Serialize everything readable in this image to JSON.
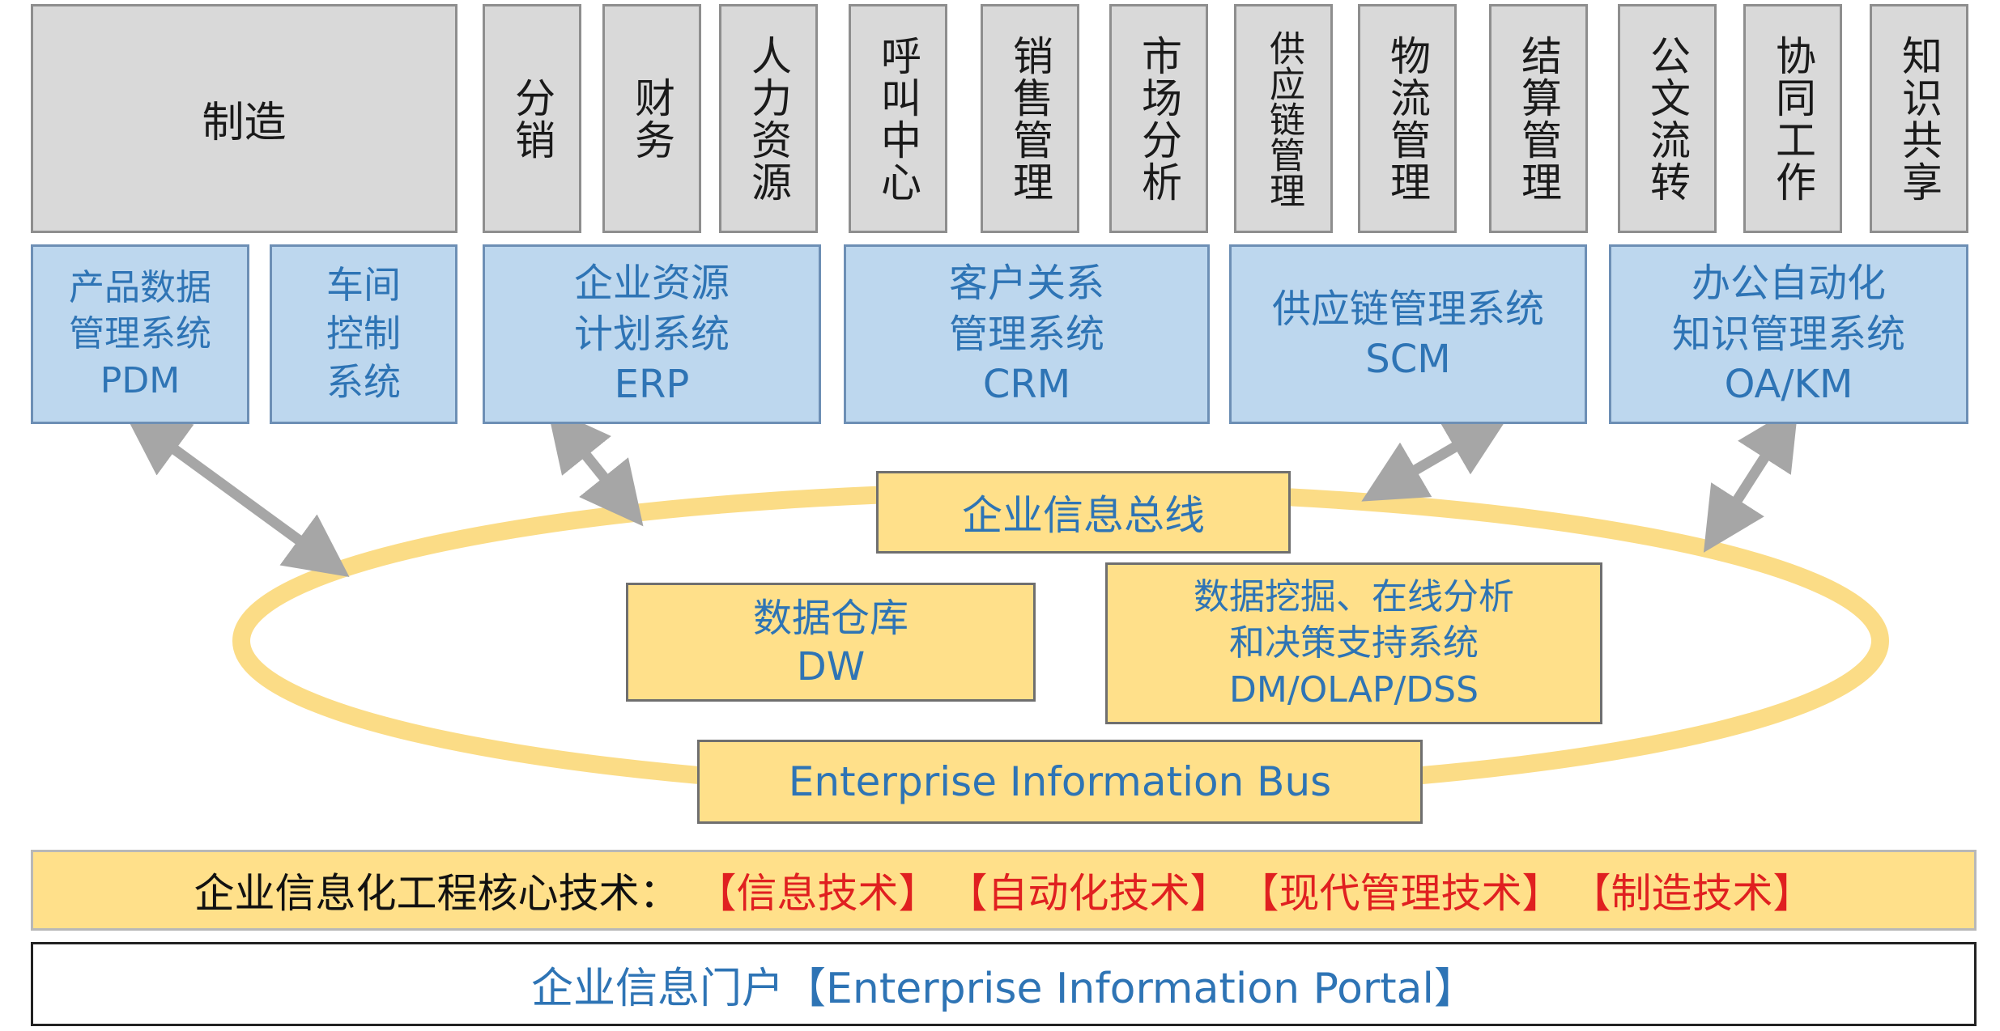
{
  "apps": {
    "manufacturing": "制造",
    "distribution": "分销",
    "finance": "财务",
    "hr": "人力资源",
    "call_center": "呼叫中心",
    "sales_mgmt": "销售管理",
    "market_analysis": "市场分析",
    "supply_chain_mgmt": "供应链管理",
    "logistics_mgmt": "物流管理",
    "settlement_mgmt": "结算管理",
    "document_flow": "公文流转",
    "collaboration": "协同工作",
    "knowledge_sharing": "知识共享"
  },
  "systems": {
    "pdm": "产品数据\n管理系统\nPDM",
    "workshop": "车间\n控制\n系统",
    "erp": "企业资源\n计划系统\nERP",
    "crm": "客户关系\n管理系统\nCRM",
    "scm": "供应链管理系统\nSCM",
    "oakm": "办公自动化\n知识管理系统\nOA/KM"
  },
  "bus": {
    "top_label": "企业信息总线",
    "bottom_label": "Enterprise Information Bus",
    "dw": "数据仓库\nDW",
    "dm": "数据挖掘、在线分析\n和决策支持系统\nDM/OLAP/DSS"
  },
  "core_tech": {
    "label": "企业信息化工程核心技术：",
    "items": [
      "【信息技术】",
      "【自动化技术】",
      "【现代管理技术】",
      "【制造技术】"
    ]
  },
  "portal": {
    "label": "企业信息门户【Enterprise Information Portal】"
  },
  "colors": {
    "gray_box": "#d9d9d9",
    "blue_box": "#bdd7ee",
    "yellow_box": "#ffe08a",
    "ring": "#fbdc86",
    "arrow": "#a6a6a6",
    "blue_text": "#2e74b5",
    "red_text": "#e02020"
  }
}
